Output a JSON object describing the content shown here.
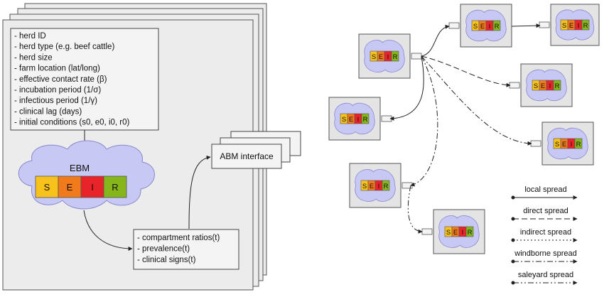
{
  "herd_params": {
    "lines": [
      "- herd ID",
      "- herd type (e.g. beef cattle)",
      "- herd size",
      "- farm location (lat/long)",
      "- effective contact rate (β)",
      "- incubation period (1/σ)",
      "- infectious period (1/γ)",
      "- clinical lag (days)",
      "- initial conditions (s0, e0, i0, r0)"
    ]
  },
  "ebm": {
    "title": "EBM",
    "compartments": [
      {
        "label": "S",
        "color": "#f7c21b"
      },
      {
        "label": "E",
        "color": "#f07a1c"
      },
      {
        "label": "I",
        "color": "#e8242a"
      },
      {
        "label": "R",
        "color": "#86b51c"
      }
    ]
  },
  "abm_interface": {
    "label": "ABM interface"
  },
  "outputs": {
    "lines": [
      "- compartment ratios(t)",
      "- prevalence(t)",
      "- clinical signs(t)"
    ]
  },
  "mini_seir_label": "SEIR",
  "legend": {
    "items": [
      {
        "label": "local spread",
        "style": "solid"
      },
      {
        "label": "direct spread",
        "style": "dashed"
      },
      {
        "label": "indirect spread",
        "style": "dotted"
      },
      {
        "label": "windborne spread",
        "style": "dashdot"
      },
      {
        "label": "saleyard spread",
        "style": "dashdotdot"
      }
    ]
  },
  "colors": {
    "panel_fill": "#ececec",
    "panel_stroke": "#555555",
    "cloud_fill": "#c8c8f4",
    "cloud_stroke": "#8888cc"
  }
}
